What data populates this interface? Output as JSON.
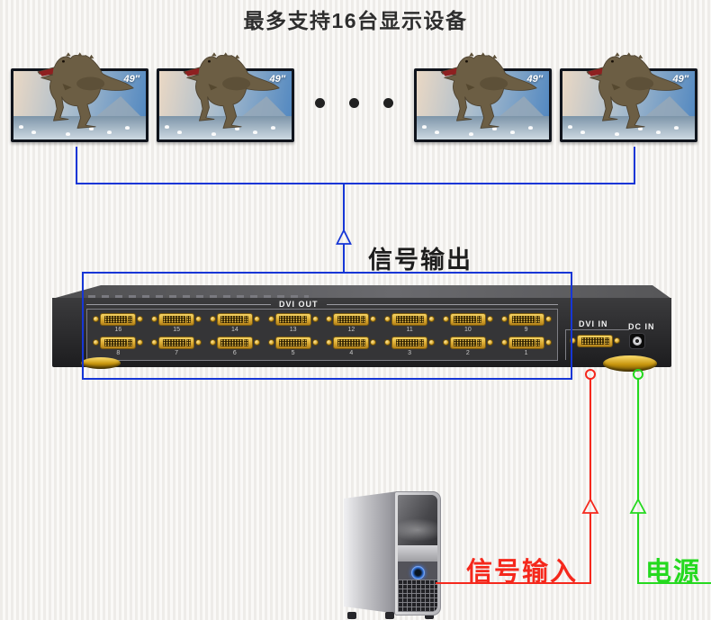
{
  "page": {
    "title": "最多支持16台显示设备"
  },
  "monitors": {
    "items": [
      {
        "size_label": "49″"
      },
      {
        "size_label": "49″"
      },
      {
        "size_label": "49″"
      },
      {
        "size_label": "49″"
      }
    ]
  },
  "labels": {
    "signal_output": "信号输出",
    "signal_input": "信号输入",
    "power": "电源"
  },
  "device": {
    "dvi_out_label": "DVI OUT",
    "dvi_in_label": "DVI IN",
    "dc_in_label": "DC IN",
    "ports_top": [
      "16",
      "15",
      "14",
      "13",
      "12",
      "11",
      "10",
      "9"
    ],
    "ports_bottom": [
      "8",
      "7",
      "6",
      "5",
      "4",
      "3",
      "2",
      "1"
    ]
  },
  "colors": {
    "blue": "#1636d6",
    "red": "#f5281c",
    "green": "#25d91f",
    "gold": "#e7bb45"
  }
}
